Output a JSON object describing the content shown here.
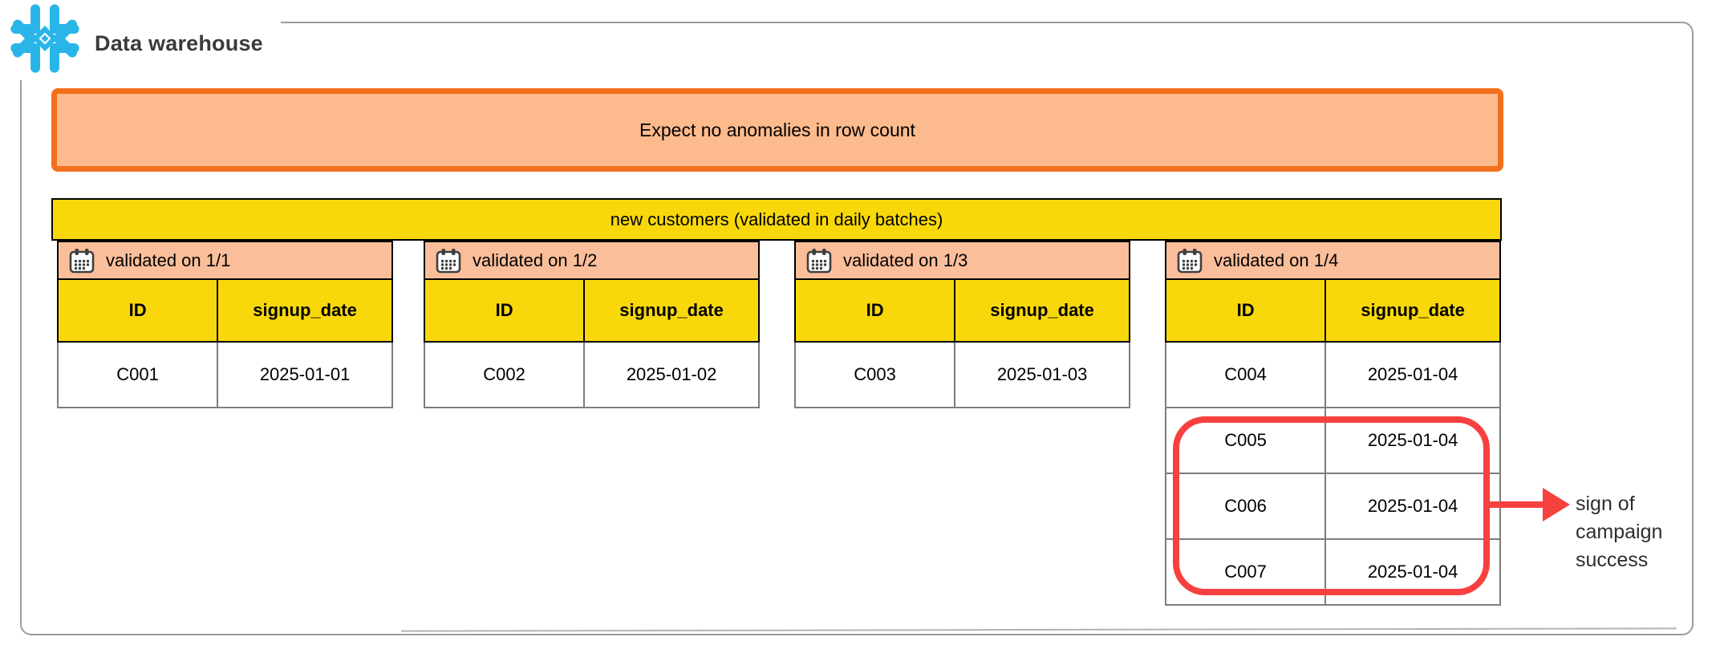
{
  "colors": {
    "snowflake_blue": "#29B5E8",
    "expect_banner_border": "#F2701D",
    "expect_banner_fill": "#FDBA8C",
    "batch_header_fill": "#FBBE9A",
    "table_yellow": "#F8D80A",
    "highlight_red": "#F7413F",
    "frame_gray": "#9C9C9C"
  },
  "brand": {
    "title": "Data warehouse"
  },
  "expect_banner": {
    "text": "Expect no anomalies in row count"
  },
  "group_banner": {
    "text": "new customers (validated in daily batches)"
  },
  "columns": {
    "id": "ID",
    "signup_date": "signup_date"
  },
  "tables": [
    {
      "title": "validated on 1/1",
      "rows": [
        {
          "id": "C001",
          "signup_date": "2025-01-01"
        }
      ]
    },
    {
      "title": "validated on 1/2",
      "rows": [
        {
          "id": "C002",
          "signup_date": "2025-01-02"
        }
      ]
    },
    {
      "title": "validated on 1/3",
      "rows": [
        {
          "id": "C003",
          "signup_date": "2025-01-03"
        }
      ]
    },
    {
      "title": "validated on 1/4",
      "rows": [
        {
          "id": "C004",
          "signup_date": "2025-01-04"
        },
        {
          "id": "C005",
          "signup_date": "2025-01-04"
        },
        {
          "id": "C006",
          "signup_date": "2025-01-04"
        },
        {
          "id": "C007",
          "signup_date": "2025-01-04"
        }
      ]
    }
  ],
  "annotation": {
    "lines": [
      "sign of",
      "campaign",
      "success"
    ]
  }
}
